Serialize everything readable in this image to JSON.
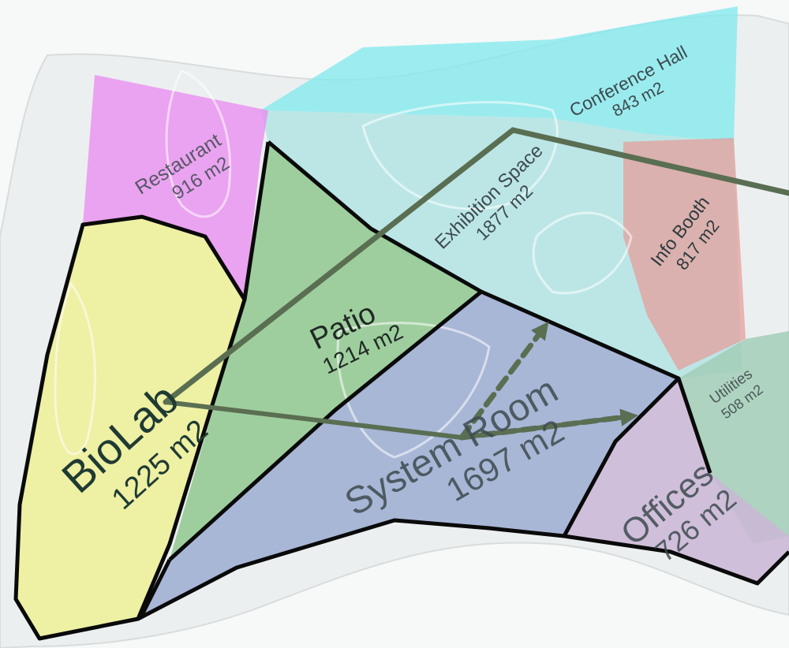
{
  "zones": [
    {
      "id": "restaurant",
      "name": "Restaurant",
      "area": "916 m2",
      "color": "#e98af0"
    },
    {
      "id": "conference",
      "name": "Conference Hall",
      "area": "843 m2",
      "color": "#7fe9ee"
    },
    {
      "id": "exhibition",
      "name": "Exhibition Space",
      "area": "1877 m2",
      "color": "#a8e3e1"
    },
    {
      "id": "info",
      "name": "Info Booth",
      "area": "817 m2",
      "color": "#e79a96"
    },
    {
      "id": "biolab",
      "name": "BioLab",
      "area": "1225 m2",
      "color": "#eef09a"
    },
    {
      "id": "patio",
      "name": "Patio",
      "area": "1214 m2",
      "color": "#8cc58a"
    },
    {
      "id": "system",
      "name": "System Room",
      "area": "1697 m2",
      "color": "#97a9cf"
    },
    {
      "id": "utilities",
      "name": "Utilities",
      "area": "508 m2",
      "color": "#9fccb4"
    },
    {
      "id": "offices",
      "name": "Offices",
      "area": "726 m2",
      "color": "#cbb6d6"
    }
  ],
  "colors": {
    "outline": "#0a0a0a",
    "connector": "#5a6e52",
    "label_dark": "#1f3a33",
    "label_mid": "#3d4a4e"
  }
}
